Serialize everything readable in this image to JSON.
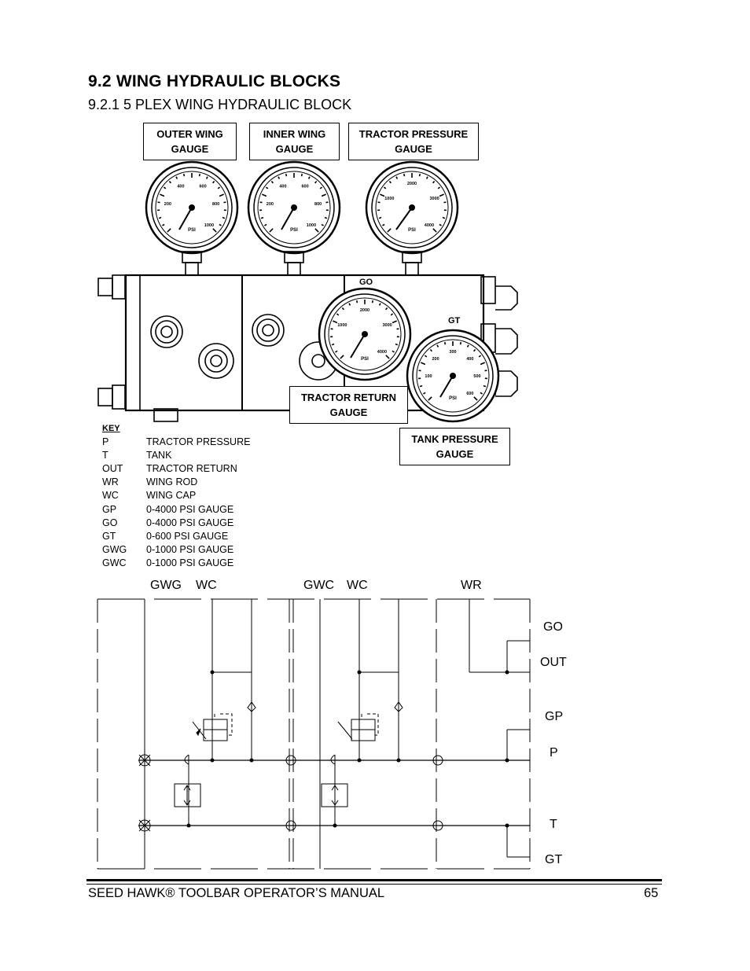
{
  "heading": "9.2  WING HYDRAULIC BLOCKS",
  "subheading": "9.2.1  5 PLEX WING HYDRAULIC BLOCK",
  "callouts": {
    "outer_wing": "OUTER WING GAUGE",
    "inner_wing": "INNER WING GAUGE",
    "tractor_pressure": "TRACTOR PRESSURE GAUGE",
    "tractor_return": "TRACTOR RETURN GAUGE",
    "tank_pressure": "TANK PRESSURE GAUGE"
  },
  "block_marks": {
    "go": "GO",
    "gt": "GT"
  },
  "gauges": {
    "outer": {
      "ticks": [
        "200",
        "400",
        "600",
        "800",
        "1000"
      ],
      "unit": "PSI"
    },
    "inner": {
      "ticks": [
        "200",
        "400",
        "600",
        "800",
        "1000"
      ],
      "unit": "PSI"
    },
    "tractor": {
      "ticks": [
        "1000",
        "2000",
        "3000",
        "4000"
      ],
      "unit": "PSI"
    },
    "go": {
      "ticks": [
        "1000",
        "2000",
        "3000",
        "4000"
      ],
      "unit": "PSI"
    },
    "gt": {
      "ticks": [
        "100",
        "200",
        "300",
        "400",
        "500",
        "600"
      ],
      "unit": "PSI"
    }
  },
  "key": {
    "title": "KEY",
    "rows": [
      {
        "code": "P",
        "desc": "TRACTOR PRESSURE"
      },
      {
        "code": "T",
        "desc": "TANK"
      },
      {
        "code": "OUT",
        "desc": "TRACTOR RETURN"
      },
      {
        "code": "WR",
        "desc": "WING ROD"
      },
      {
        "code": "WC",
        "desc": "WING CAP"
      },
      {
        "code": "GP",
        "desc": "0-4000 PSI GAUGE"
      },
      {
        "code": "GO",
        "desc": "0-4000 PSI GAUGE"
      },
      {
        "code": "GT",
        "desc": "0-600 PSI GAUGE"
      },
      {
        "code": "GWG",
        "desc": "0-1000 PSI GAUGE"
      },
      {
        "code": "GWC",
        "desc": "0-1000 PSI GAUGE"
      }
    ]
  },
  "schematic": {
    "top_labels": [
      "GWG",
      "WC",
      "GWC",
      "WC",
      "WR"
    ],
    "side_labels": [
      "GO",
      "OUT",
      "GP",
      "P",
      "T",
      "GT"
    ]
  },
  "footer": {
    "title": "SEED HAWK® TOOLBAR OPERATOR’S MANUAL",
    "page": "65"
  }
}
